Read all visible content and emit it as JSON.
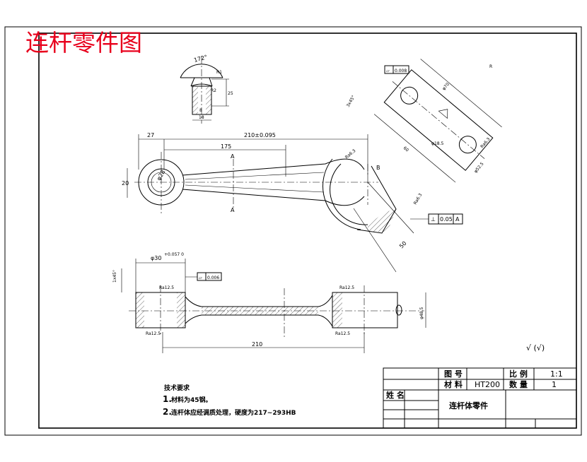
{
  "title": "连杆零件图",
  "top_section": {
    "angle_label": "172°",
    "dims": [
      "8",
      "R2",
      "R1",
      "25",
      "18"
    ]
  },
  "main_view": {
    "overall_length": "210±0.095",
    "left_offset": "27",
    "mid_length": "175",
    "section_marker_a": "A",
    "left_height": "20",
    "small_bore": "φ28",
    "big_bore_marker": "B",
    "roughness_a": "Ra6.3",
    "roughness_b": "Ra6.3",
    "right_dim": "50",
    "perpendicularity_symbol": "⊥",
    "perpendicularity_value": "0.05",
    "perpendicularity_datum": "A"
  },
  "side_view": {
    "top_dim": "φ30",
    "top_tol": "+0.057\n0",
    "left_dim": "1x45°",
    "flatness_symbol": "▱",
    "flatness_value": "0.006",
    "roughness_left_top": "Ra12.5",
    "roughness_left_bottom": "Ra12.5",
    "roughness_right_top": "Ra12.5",
    "roughness_right_bottom": "Ra12.5",
    "overall_length": "210",
    "right_dia": "φ48.5"
  },
  "detail_view": {
    "flatness_value": "0.008",
    "flatness_symbol": "▱",
    "dim_a": "φ70",
    "dim_b": "φ18.5",
    "dim_c": "60",
    "dim_d": "3x45°",
    "dim_e": "φ52.5",
    "dim_f": "R",
    "roughness": "Ra6.3"
  },
  "roughness_general": "(√)",
  "notes": {
    "heading": "技术要求",
    "item1_prefix": "1.",
    "item1_text": "材料为45钢。",
    "item2_prefix": "2.",
    "item2_text": "连杆体应经调质处理，硬度为217~293HB"
  },
  "title_block": {
    "drawing_no_label": "图 号",
    "material_label": "材 料",
    "material_value": "HT200",
    "scale_label": "比 例",
    "scale_value": "1:1",
    "quantity_label": "数 量",
    "quantity_value": "1",
    "name_label": "姓 名",
    "part_name": "连杆体零件"
  }
}
